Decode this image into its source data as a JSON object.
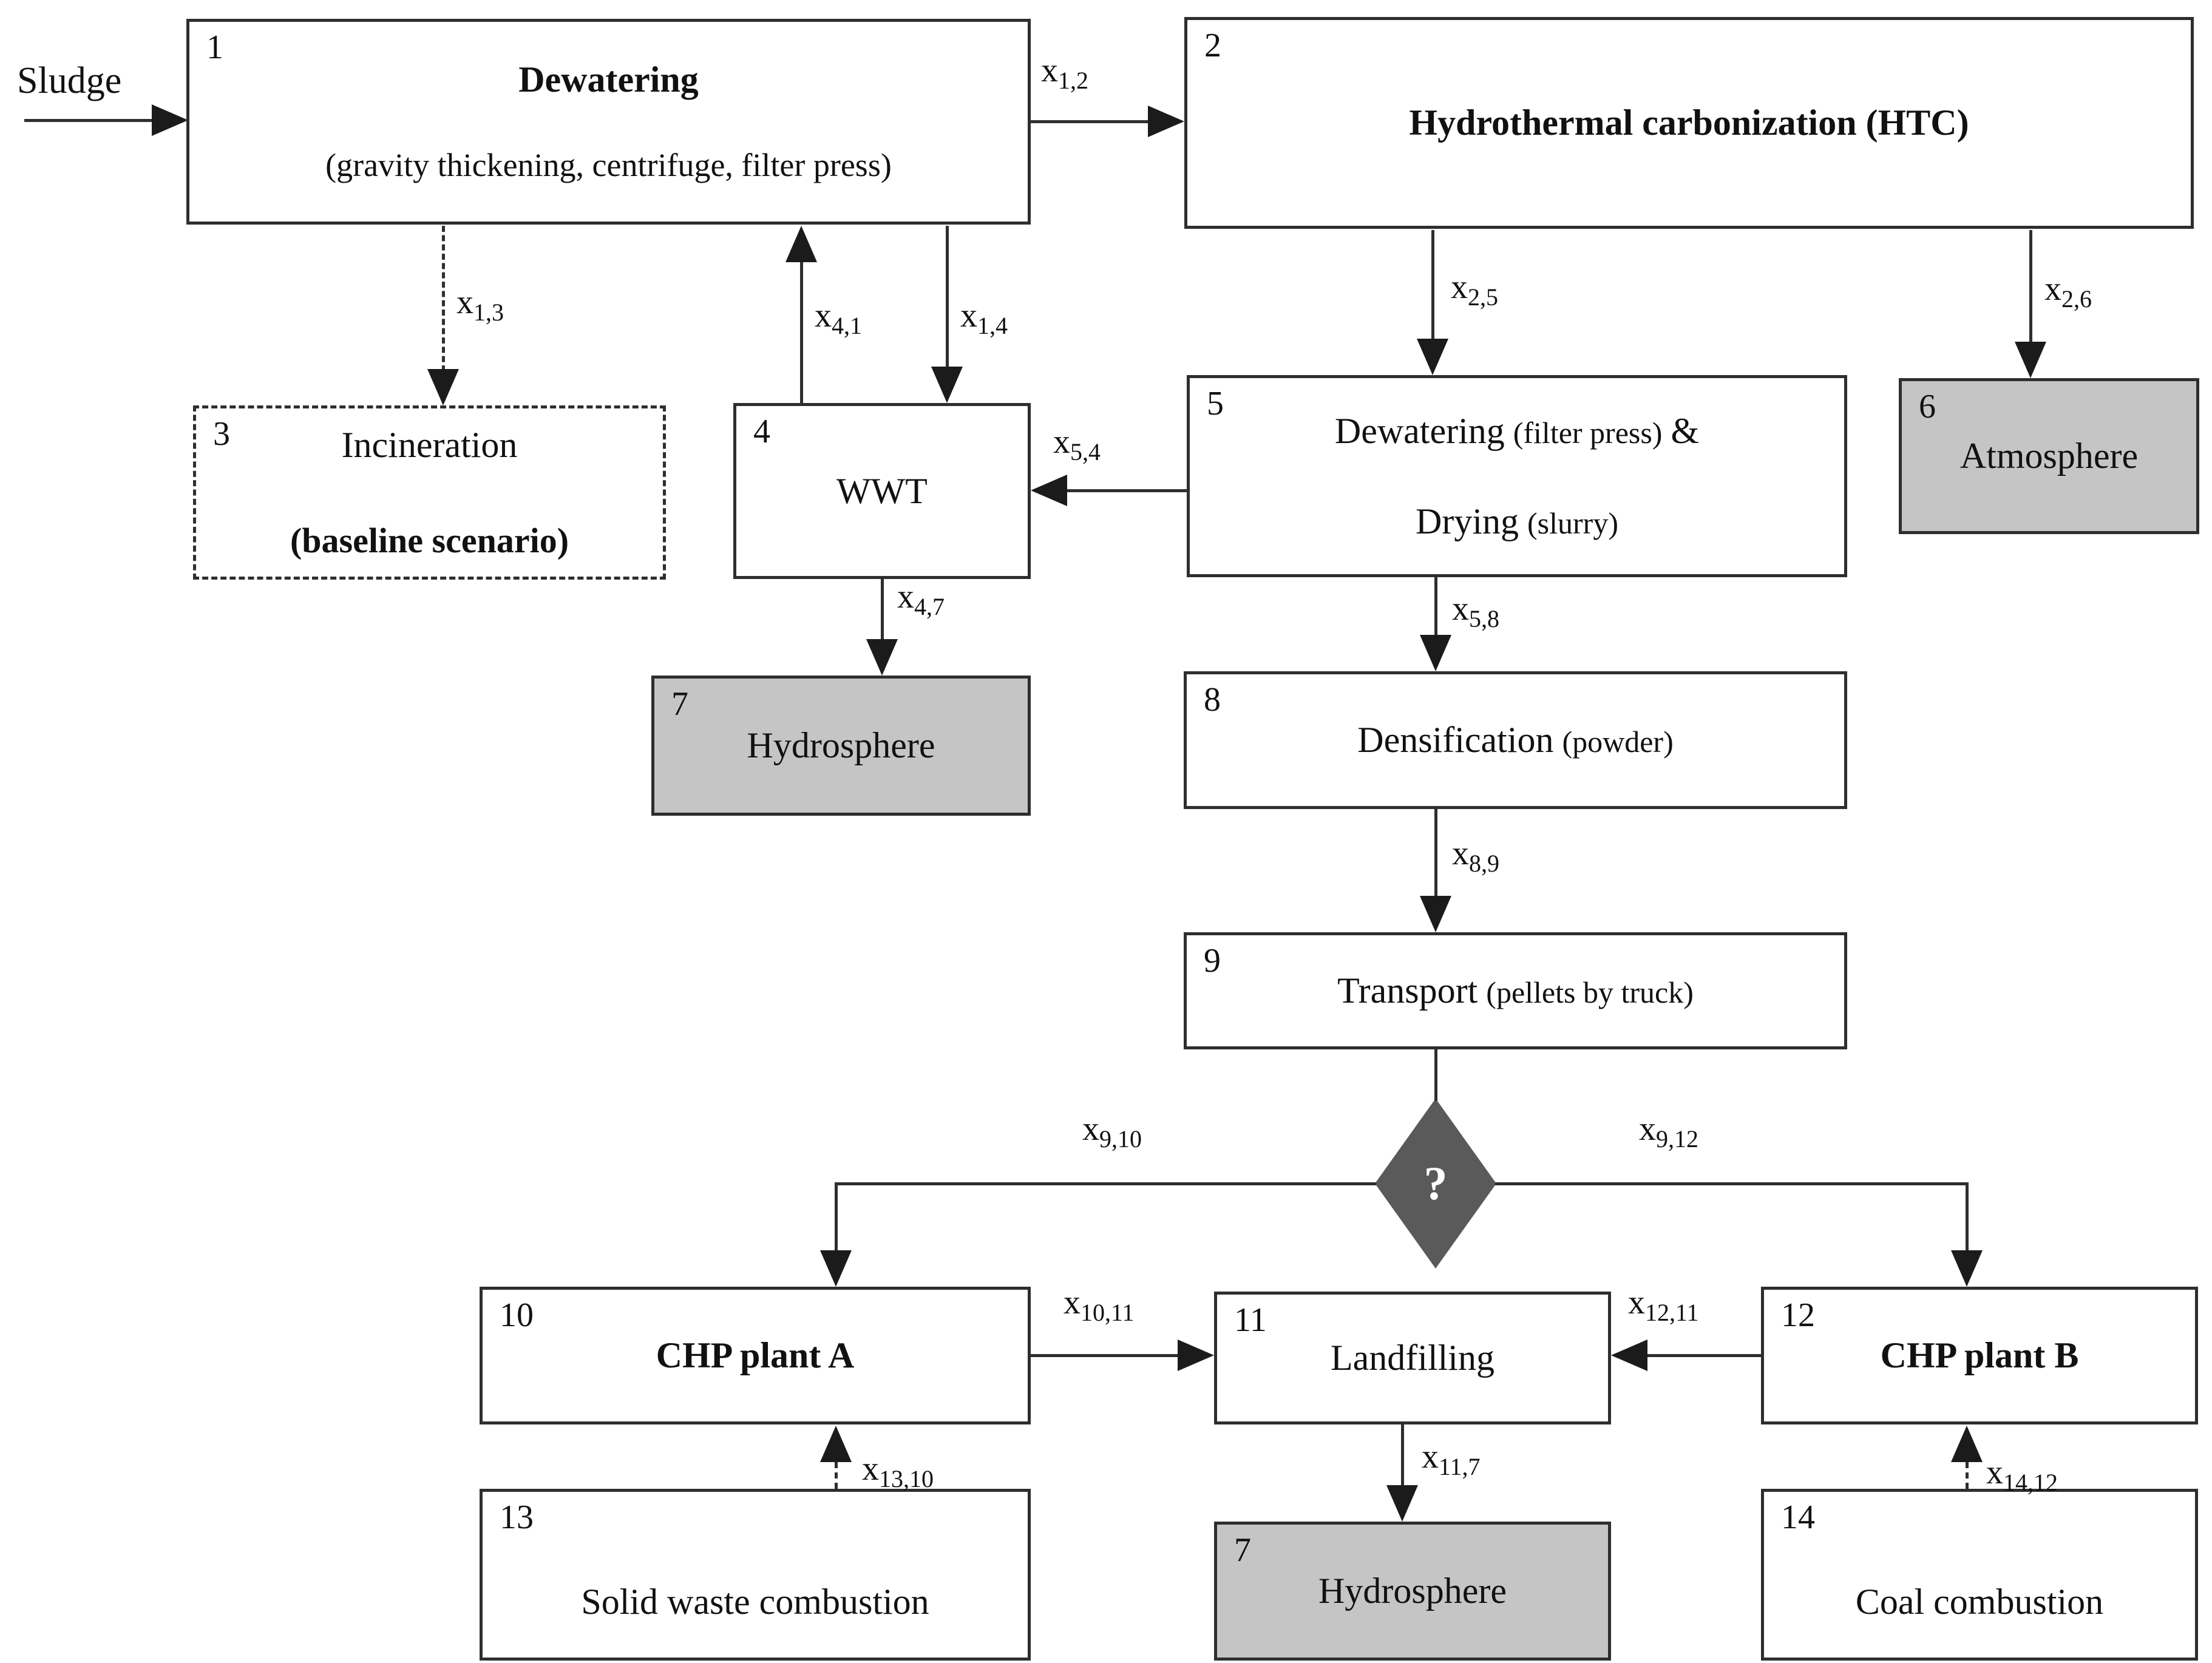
{
  "diagram": {
    "input_label": "Sludge",
    "decision_symbol": "?",
    "colors": {
      "line": "#2e2e2e",
      "box_fill": "#ffffff",
      "terminal_fill": "#c5c5c5",
      "decision_fill": "#5a5a5a"
    },
    "boxes": {
      "b1": {
        "num": "1",
        "title": "Dewatering",
        "subtitle": "(gravity thickening, centrifuge, filter press)"
      },
      "b2": {
        "num": "2",
        "title": "Hydrothermal carbonization (HTC)"
      },
      "b3": {
        "num": "3",
        "title": "Incineration",
        "subtitle": "(baseline scenario)"
      },
      "b4": {
        "num": "4",
        "title": "WWT"
      },
      "b5": {
        "num": "5",
        "line1_main": "Dewatering",
        "line1_small": "(filter press)",
        "line1_amp": "&",
        "line2_main": "Drying",
        "line2_small": "(slurry)"
      },
      "b6": {
        "num": "6",
        "title": "Atmosphere"
      },
      "b7": {
        "num": "7",
        "title": "Hydrosphere"
      },
      "b8": {
        "num": "8",
        "title_main": "Densification",
        "title_small": "(powder)"
      },
      "b9": {
        "num": "9",
        "title_main": "Transport",
        "title_small": "(pellets by truck)"
      },
      "b10": {
        "num": "10",
        "title": "CHP plant A"
      },
      "b11": {
        "num": "11",
        "title": "Landfilling"
      },
      "b12": {
        "num": "12",
        "title": "CHP plant B"
      },
      "b13": {
        "num": "13",
        "title": "Solid waste combustion"
      },
      "b14": {
        "num": "14",
        "title": "Coal combustion"
      }
    },
    "flows": {
      "f1_2": {
        "x": "x",
        "sub": "1,2"
      },
      "f1_3": {
        "x": "x",
        "sub": "1,3"
      },
      "f4_1": {
        "x": "x",
        "sub": "4,1"
      },
      "f1_4": {
        "x": "x",
        "sub": "1,4"
      },
      "f2_5": {
        "x": "x",
        "sub": "2,5"
      },
      "f2_6": {
        "x": "x",
        "sub": "2,6"
      },
      "f5_4": {
        "x": "x",
        "sub": "5,4"
      },
      "f4_7": {
        "x": "x",
        "sub": "4,7"
      },
      "f5_8": {
        "x": "x",
        "sub": "5,8"
      },
      "f8_9": {
        "x": "x",
        "sub": "8,9"
      },
      "f9_10": {
        "x": "x",
        "sub": "9,10"
      },
      "f9_12": {
        "x": "x",
        "sub": "9,12"
      },
      "f10_11": {
        "x": "x",
        "sub": "10,11"
      },
      "f12_11": {
        "x": "x",
        "sub": "12,11"
      },
      "f11_7": {
        "x": "x",
        "sub": "11,7"
      },
      "f13_10": {
        "x": "x",
        "sub": "13,10"
      },
      "f14_12": {
        "x": "x",
        "sub": "14,12"
      }
    }
  }
}
